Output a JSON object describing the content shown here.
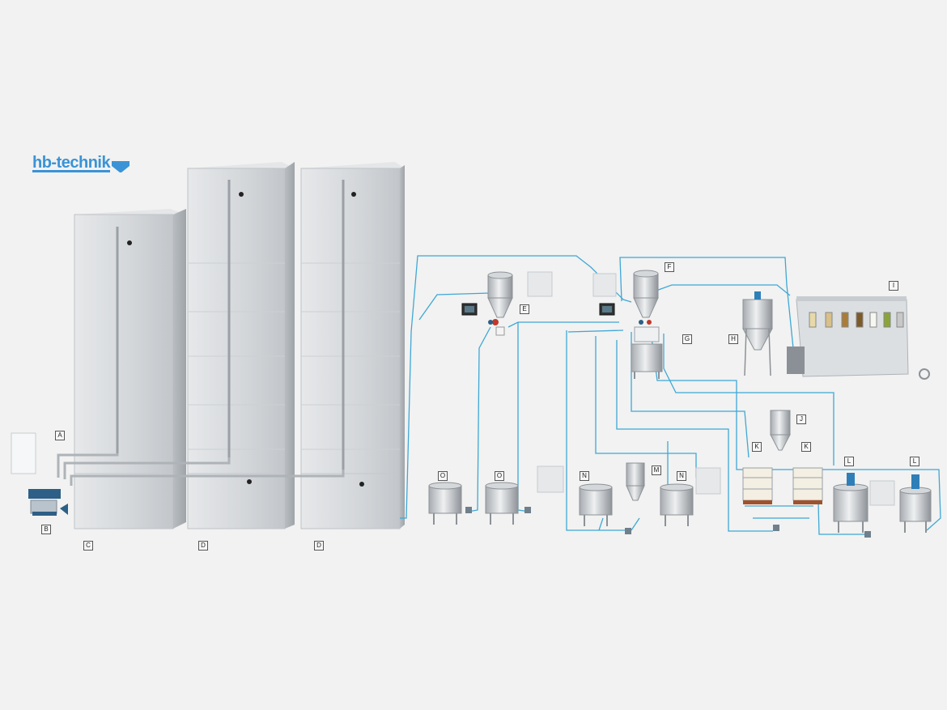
{
  "brand": {
    "name": "hb-technik",
    "color": "#3a93d6"
  },
  "colors": {
    "pipe": "#3fa7d6",
    "steel_light": "#dcdfe2",
    "steel_dark": "#9ea3a8",
    "background": "#f1f2f1"
  },
  "tags": {
    "A": "A",
    "B": "B",
    "C": "C",
    "D1": "D",
    "D2": "D",
    "E": "E",
    "F": "F",
    "G": "G",
    "H": "H",
    "I": "I",
    "J": "J",
    "K1": "K",
    "K2": "K",
    "L1": "L",
    "L2": "L",
    "M": "M",
    "N1": "N",
    "N2": "N",
    "O1": "O",
    "O2": "O"
  }
}
